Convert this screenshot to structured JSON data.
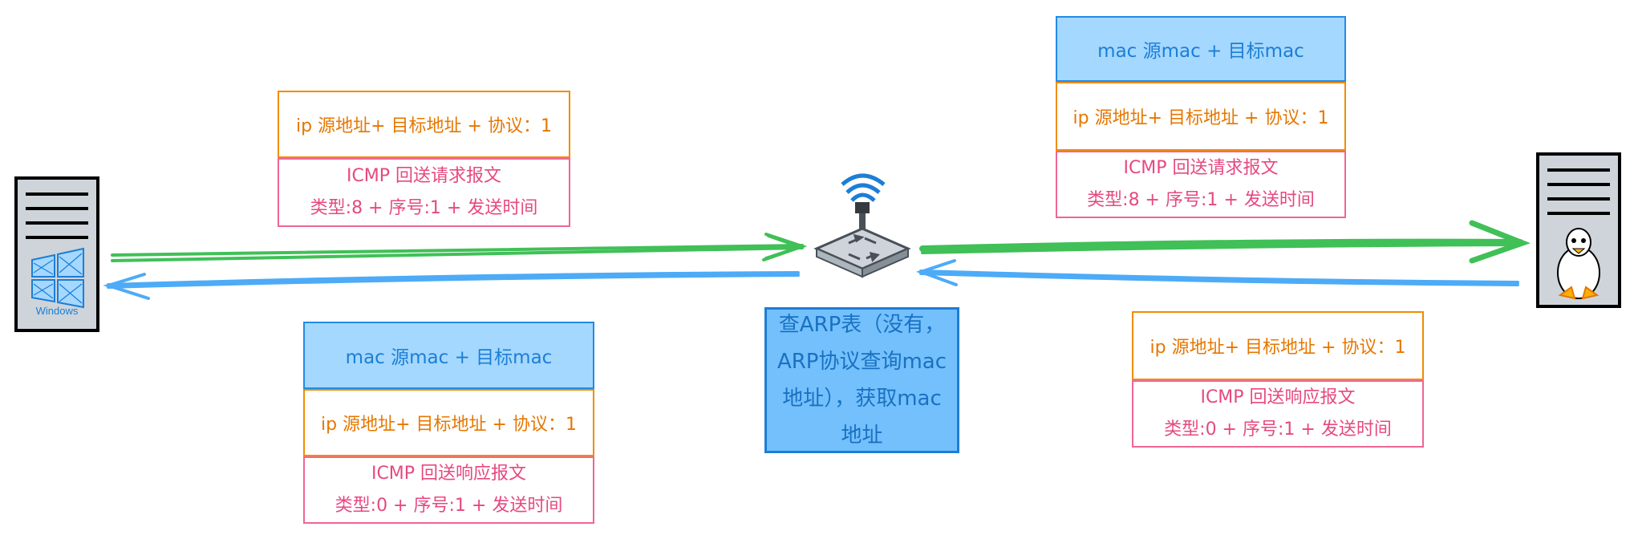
{
  "colors": {
    "request_arrow": "#40c057",
    "reply_arrow": "#4dabf7",
    "mac_fill": "#a5d8ff",
    "mac_stroke": "#228be6",
    "ip_stroke": "#f08c00",
    "icmp_stroke": "#f06595",
    "note_fill": "#74c0fc"
  },
  "windows_host": {
    "label": "Windows",
    "icon": "windows-server-icon"
  },
  "linux_host": {
    "icon": "linux-server-icon"
  },
  "switch": {
    "icon": "switch-router-icon"
  },
  "arp_note": "查ARP表（没有，ARP协议查询mac地址），获取mac地址",
  "request_left": {
    "ip": "ip 源地址+ 目标地址 + 协议：1",
    "icmp_title": "ICMP 回送请求报文",
    "icmp_fields": "类型:8 + 序号:1 + 发送时间"
  },
  "request_right": {
    "mac": "mac 源mac + 目标mac",
    "ip": "ip 源地址+ 目标地址 + 协议：1",
    "icmp_title": "ICMP 回送请求报文",
    "icmp_fields": "类型:8 + 序号:1 + 发送时间"
  },
  "reply_left": {
    "mac": "mac 源mac + 目标mac",
    "ip": "ip 源地址+ 目标地址 + 协议：1",
    "icmp_title": "ICMP 回送响应报文",
    "icmp_fields": "类型:0 + 序号:1 + 发送时间"
  },
  "reply_right": {
    "ip": "ip 源地址+ 目标地址 + 协议：1",
    "icmp_title": "ICMP 回送响应报文",
    "icmp_fields": "类型:0 + 序号:1 + 发送时间"
  }
}
